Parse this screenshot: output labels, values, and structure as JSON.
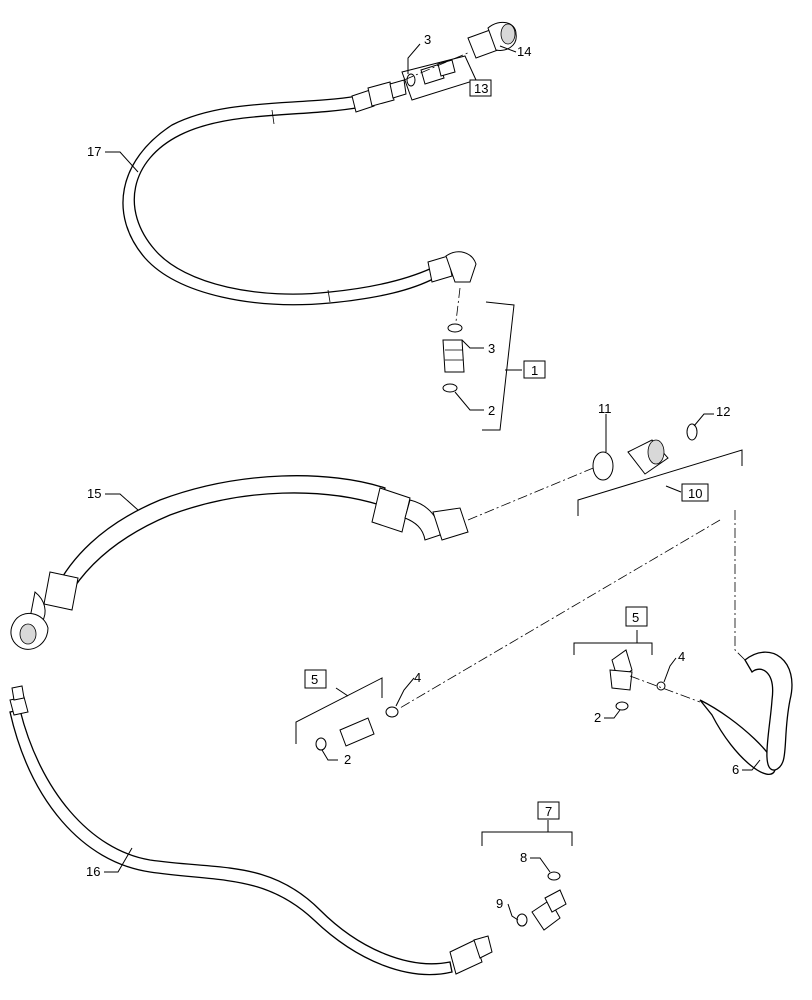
{
  "callouts": {
    "c1": "1",
    "c2a": "2",
    "c2b": "2",
    "c2c": "2",
    "c3a": "3",
    "c3b": "3",
    "c4a": "4",
    "c4b": "4",
    "c5a": "5",
    "c5b": "5",
    "c6": "6",
    "c7": "7",
    "c8": "8",
    "c9": "9",
    "c10": "10",
    "c11": "11",
    "c12": "12",
    "c13": "13",
    "c14": "14",
    "c15": "15",
    "c16": "16",
    "c17": "17"
  }
}
